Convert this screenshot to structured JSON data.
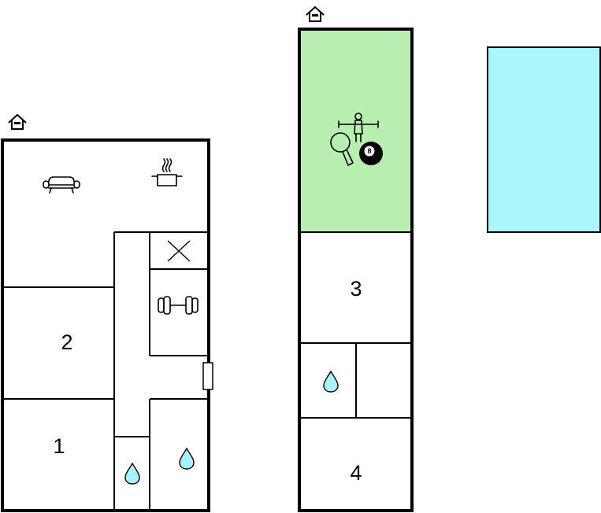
{
  "colors": {
    "wall": "#000000",
    "background": "#ffffff",
    "game_room": "#b8efb0",
    "pool": "#aaf7fb",
    "water_drop": "#a9f2f7"
  },
  "floor_left": {
    "rooms": [
      {
        "id": "living-kitchen",
        "label": "",
        "icons": [
          "sofa-icon",
          "cooking-pot-icon"
        ]
      },
      {
        "id": "bedroom-2",
        "label": "2"
      },
      {
        "id": "bedroom-1",
        "label": "1"
      },
      {
        "id": "storage",
        "label": "",
        "icons": [
          "cross-icon"
        ]
      },
      {
        "id": "gym",
        "label": "",
        "icons": [
          "dumbbell-icon"
        ]
      },
      {
        "id": "bathroom-small",
        "label": "",
        "icons": [
          "water-drop-icon"
        ]
      },
      {
        "id": "bathroom",
        "label": "",
        "icons": [
          "water-drop-icon"
        ]
      }
    ],
    "entrance_icon": "house-entrance-icon"
  },
  "floor_right": {
    "rooms": [
      {
        "id": "game-room",
        "label": "",
        "icons": [
          "foosball-icon",
          "ping-pong-icon",
          "billiard-ball-icon"
        ],
        "ball_number": "8"
      },
      {
        "id": "bedroom-3",
        "label": "3"
      },
      {
        "id": "bathroom-right",
        "label": "",
        "icons": [
          "water-drop-icon"
        ]
      },
      {
        "id": "small-room",
        "label": ""
      },
      {
        "id": "bedroom-4",
        "label": "4"
      }
    ],
    "entrance_icon": "house-entrance-icon"
  },
  "pool": {
    "icon": "swimming-pool"
  }
}
